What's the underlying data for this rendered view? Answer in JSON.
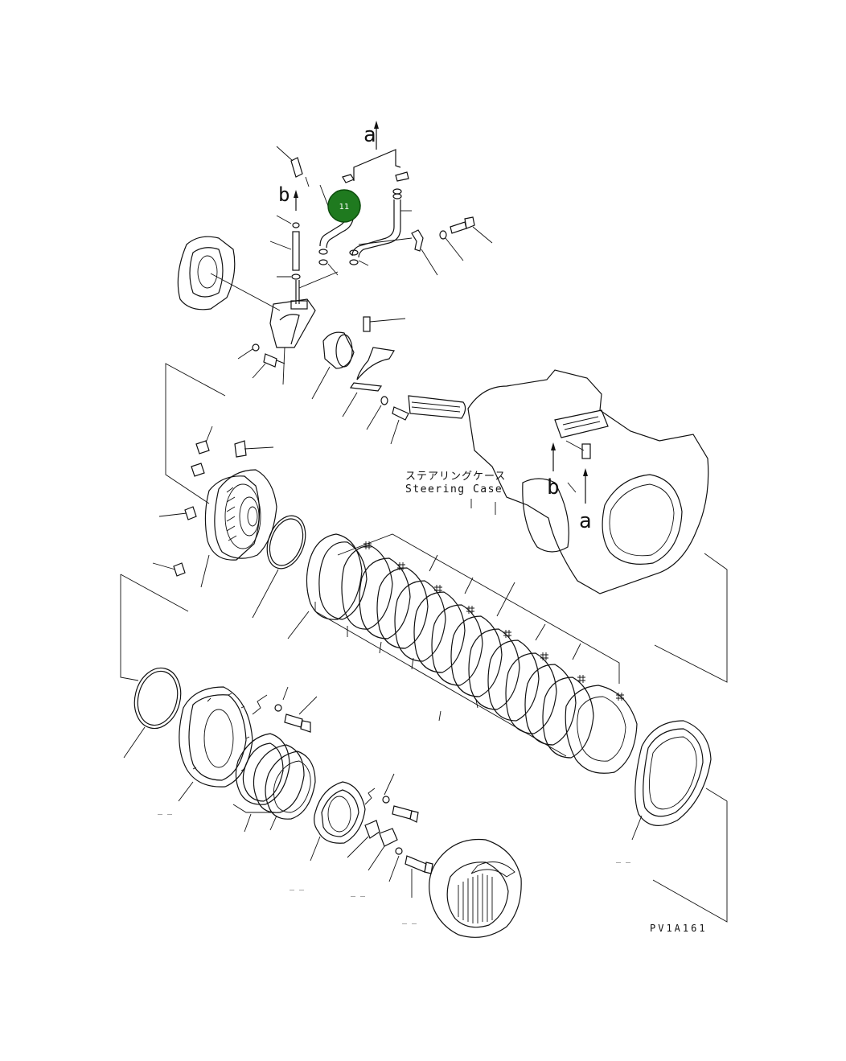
{
  "diagram": {
    "arrow_labels": {
      "a_top": "a",
      "b_left": "b",
      "b_case": "b",
      "a_case": "a"
    },
    "case_label_jp": "ステアリングケース",
    "case_label_en": "Steering Case",
    "drawing_code": "PV1A161",
    "callouts": [
      {
        "number": "11",
        "color": "#1f7a1f"
      }
    ],
    "placeholder_labels": [
      "_ _",
      "_ _",
      "_ _",
      "_ _",
      "_ _",
      "_ _"
    ]
  }
}
